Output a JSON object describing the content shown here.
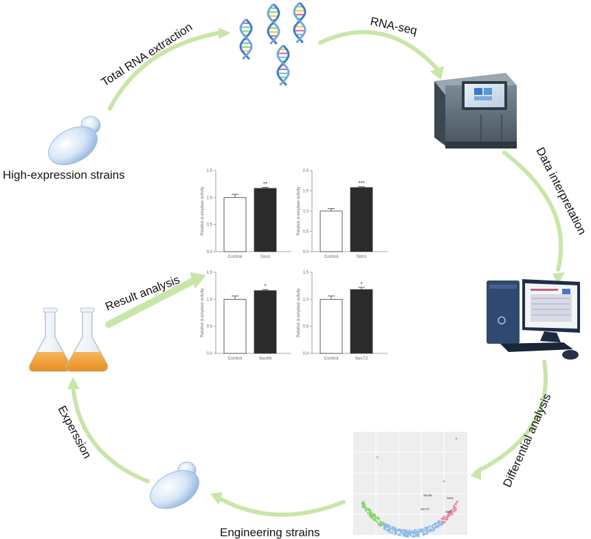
{
  "steps": {
    "rna_extraction": "Total RNA extraction",
    "rna_seq": "RNA-seq",
    "data_interpretation": "Data interpretation",
    "differential_analysis": "Differential  analysis",
    "engineering_strains": "Engineering strains",
    "expression": "Experssion",
    "result_analysis": "Result analysis",
    "high_expression_strains": "High-expression strains"
  },
  "colors": {
    "arrow": "#c8e6a8",
    "arrow_dark": "#9fd078",
    "yeast": "#bcd6ef",
    "dna_blue": "#3a7bc8",
    "flask_liquid": "#f2a23c",
    "control_bar": "#ffffff",
    "treated_bar": "#2b2b2b"
  },
  "icons": [
    "dna-helix-icon",
    "sequencer-machine-icon",
    "computer-workstation-icon",
    "volcano-plot-icon",
    "yeast-cell-icon",
    "erlenmeyer-flask-icon"
  ],
  "chart_data": [
    {
      "type": "bar",
      "categories": [
        "Control",
        "Sss1"
      ],
      "values": [
        1.0,
        1.17
      ],
      "errors": [
        0.06,
        0.02
      ],
      "significance": "**",
      "ylabel": "Relative α-amylase activity",
      "ylim": [
        0,
        1.5
      ],
      "yticks": [
        "0.0",
        "0.5",
        "1.0",
        "1.5"
      ]
    },
    {
      "type": "bar",
      "categories": [
        "Control",
        "Sbh1"
      ],
      "values": [
        1.0,
        1.58
      ],
      "errors": [
        0.06,
        0.02
      ],
      "significance": "***",
      "ylabel": "Relative α-amylase activity",
      "ylim": [
        0,
        2.0
      ],
      "yticks": [
        "0.0",
        "0.5",
        "1.0",
        "1.5",
        "2.0"
      ]
    },
    {
      "type": "bar",
      "categories": [
        "Control",
        "Sec66"
      ],
      "values": [
        1.0,
        1.16
      ],
      "errors": [
        0.06,
        0.02
      ],
      "significance": "*",
      "ylabel": "Relative α-amylase activity",
      "ylim": [
        0,
        1.5
      ],
      "yticks": [
        "0.0",
        "0.5",
        "1.0",
        "1.5"
      ]
    },
    {
      "type": "bar",
      "categories": [
        "Control",
        "Sec72"
      ],
      "values": [
        1.0,
        1.18
      ],
      "errors": [
        0.06,
        0.04
      ],
      "significance": "*",
      "ylabel": "Relative α-amylase activity",
      "ylim": [
        0,
        1.5
      ],
      "yticks": [
        "0.0",
        "0.5",
        "1.0",
        "1.5"
      ]
    }
  ],
  "volcano": {
    "labels": [
      "Sec66",
      "Sec72",
      "Sbh1",
      "Sss1"
    ]
  }
}
